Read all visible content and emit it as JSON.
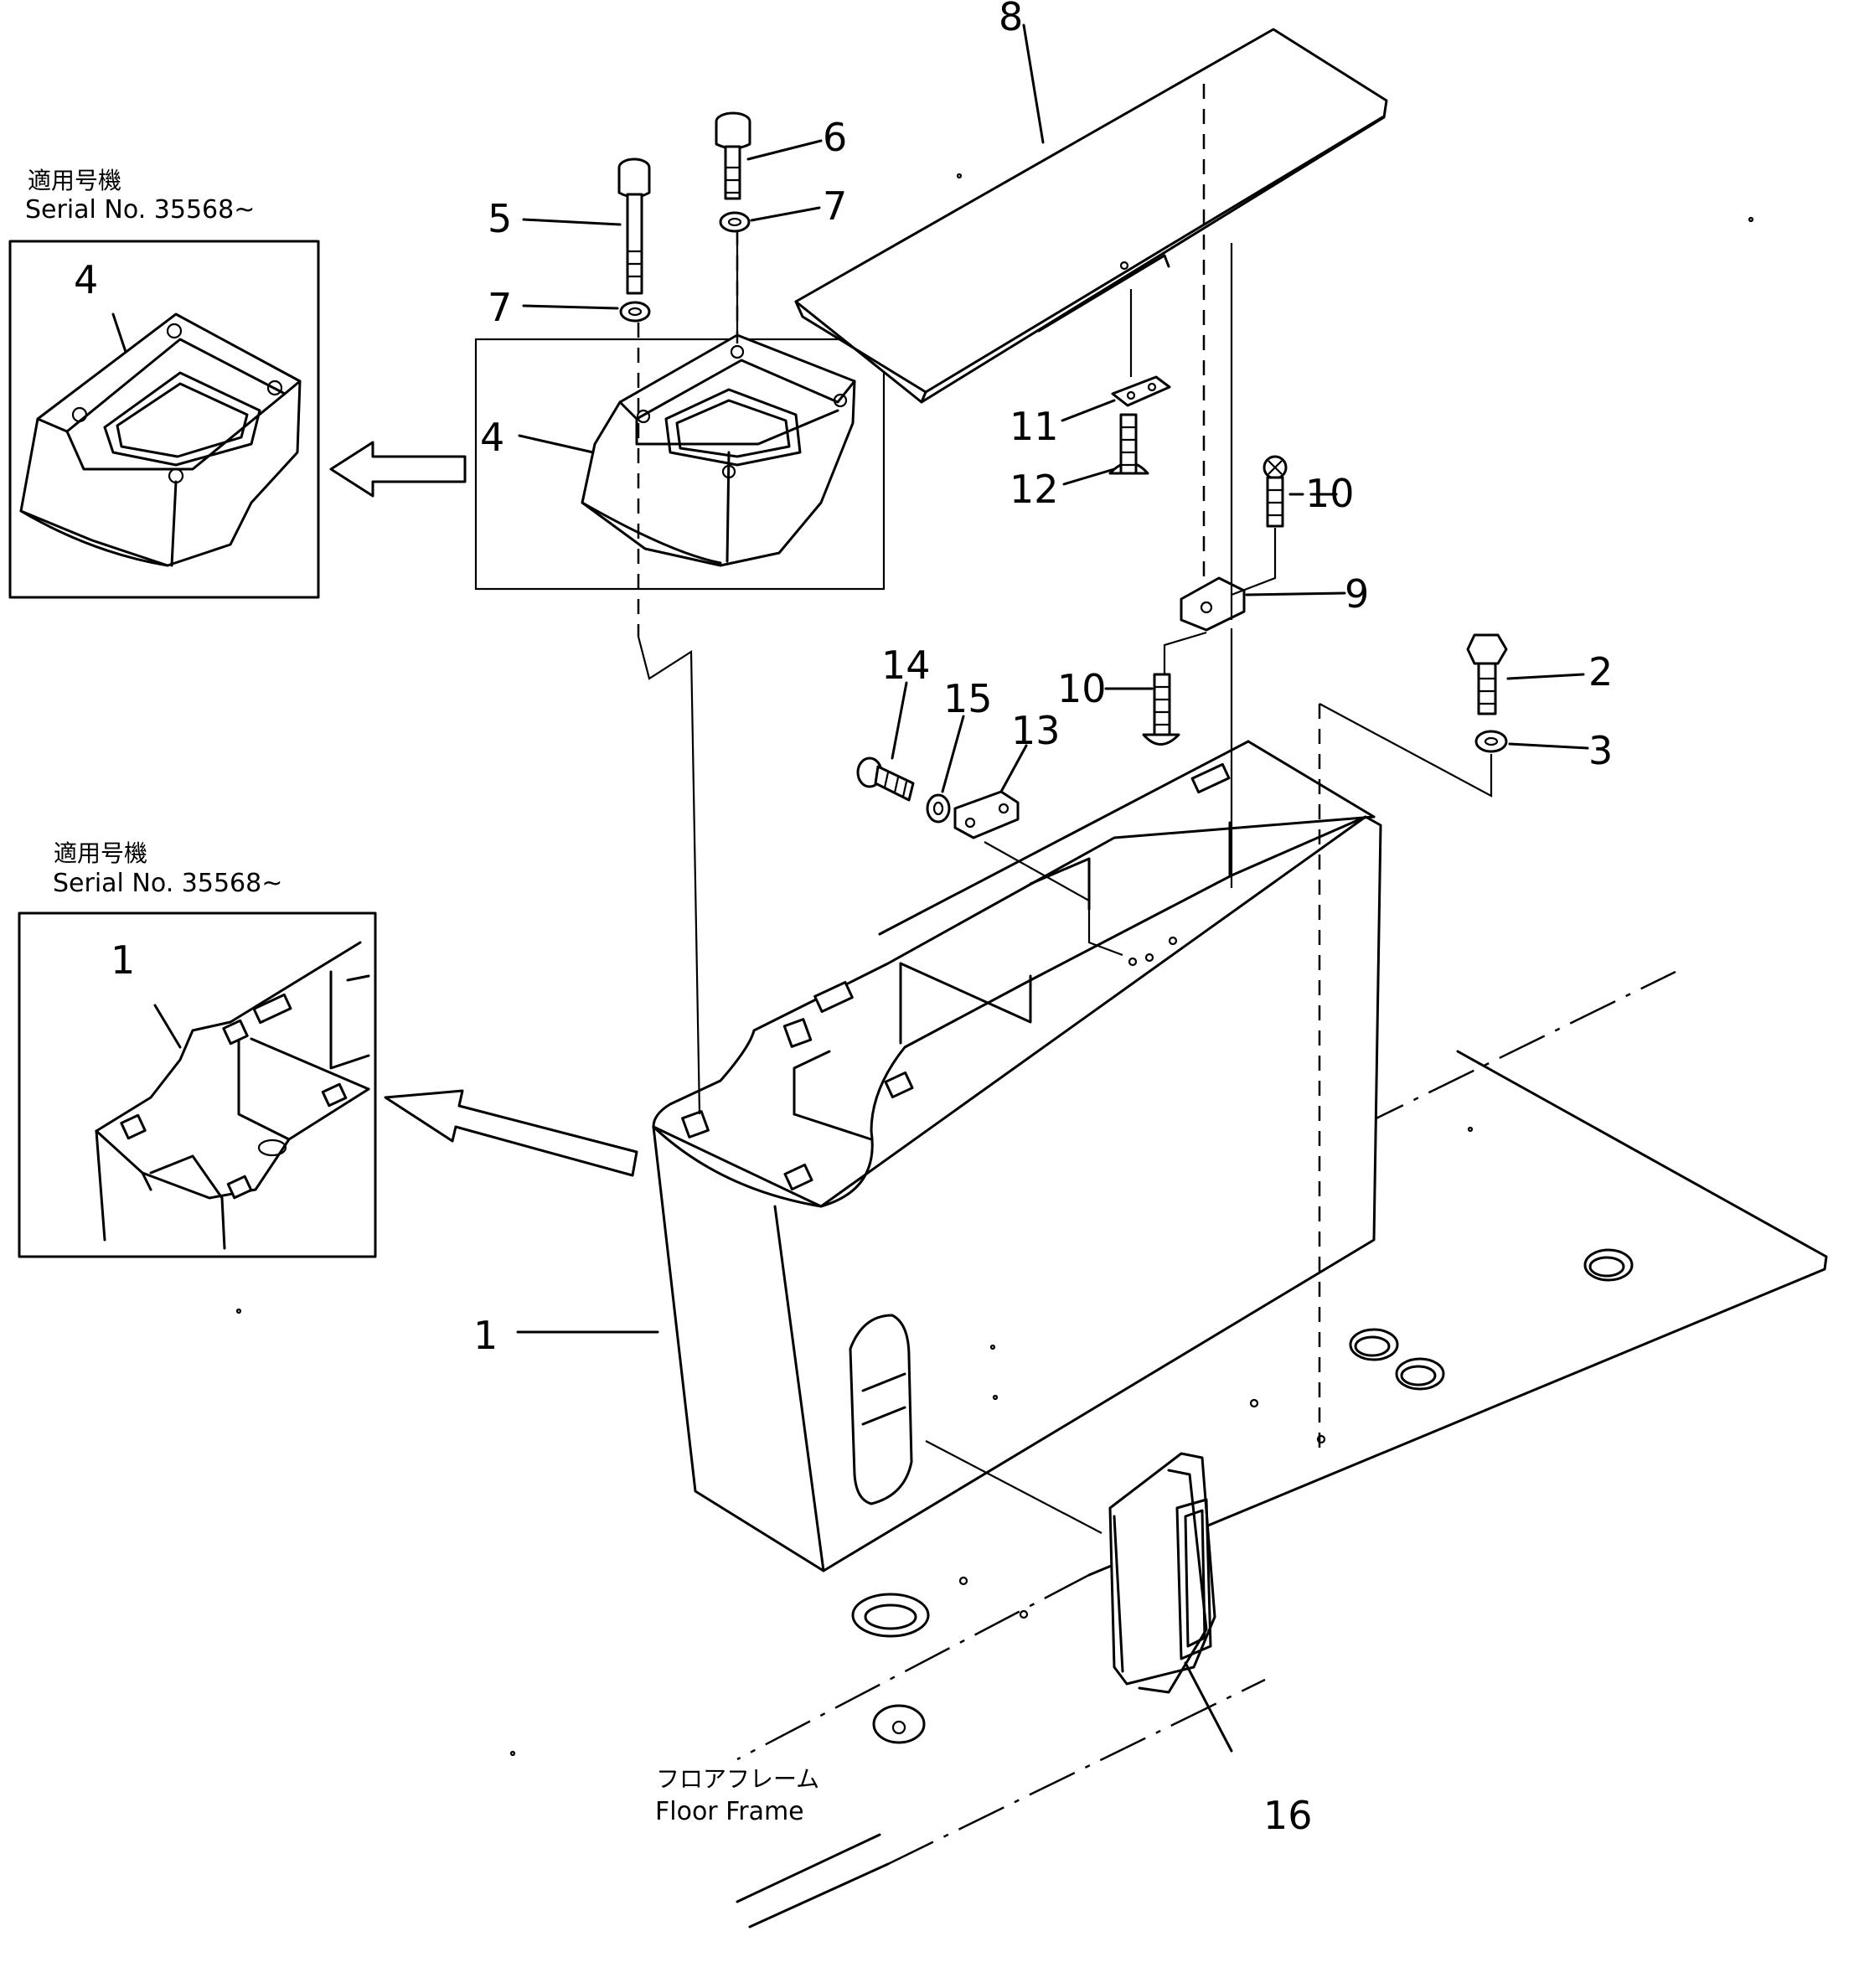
{
  "inset_top": {
    "title_jp": "適用号機",
    "title_en": "Serial  No. 35568~",
    "callout": "4"
  },
  "inset_bottom": {
    "title_jp": "適用号機",
    "title_en": "Serial  No. 35568~",
    "callout": "1"
  },
  "floor_frame": {
    "label_jp": "フロアフレーム",
    "label_en": "Floor  Frame"
  },
  "callouts": {
    "c1": "1",
    "c2": "2",
    "c3": "3",
    "c4": "4",
    "c5": "5",
    "c6": "6",
    "c7a": "7",
    "c7b": "7",
    "c8": "8",
    "c9": "9",
    "c10a": "10",
    "c10b": "10",
    "c11": "11",
    "c12": "12",
    "c13": "13",
    "c14": "14",
    "c15": "15",
    "c16": "16"
  }
}
